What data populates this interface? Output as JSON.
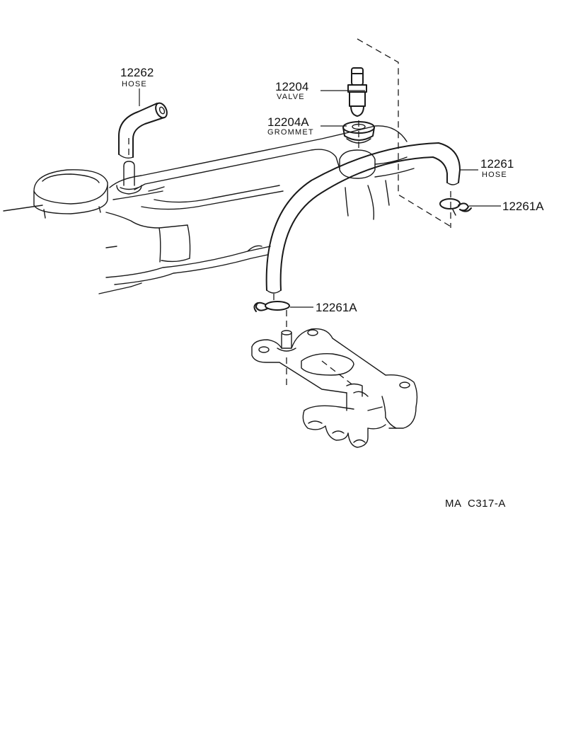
{
  "diagram": {
    "parts": [
      {
        "number": "12262",
        "name": "HOSE"
      },
      {
        "number": "12204",
        "name": "VALVE"
      },
      {
        "number": "12204A",
        "name": "GROMMET"
      },
      {
        "number": "12261",
        "name": "HOSE"
      },
      {
        "number": "12261A",
        "name": ""
      },
      {
        "number": "12261A",
        "name": ""
      }
    ],
    "figure_code": "MA  C317-A"
  }
}
